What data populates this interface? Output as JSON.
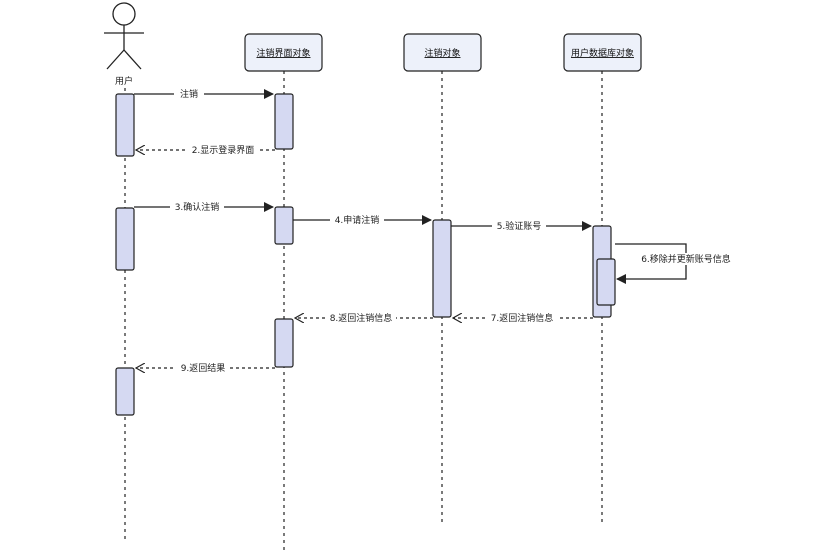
{
  "actor": {
    "label": "用户"
  },
  "participants": [
    {
      "label": "注销界面对象"
    },
    {
      "label": "注销对象"
    },
    {
      "label": "用户数据库对象"
    }
  ],
  "messages": [
    {
      "label": "注销",
      "kind": "sync"
    },
    {
      "label": "2.显示登录界面",
      "kind": "return"
    },
    {
      "label": "3.确认注销",
      "kind": "sync"
    },
    {
      "label": "4.申请注销",
      "kind": "sync"
    },
    {
      "label": "5.验证账号",
      "kind": "sync"
    },
    {
      "label": "6.移除并更新账号信息",
      "kind": "self"
    },
    {
      "label": "7.返回注销信息",
      "kind": "return"
    },
    {
      "label": "8.返回注销信息",
      "kind": "return"
    },
    {
      "label": "9.返回结果",
      "kind": "return"
    }
  ],
  "colors": {
    "header_fill": "#edf1fa",
    "activation_fill": "#d5d9f2",
    "line": "#222222"
  }
}
